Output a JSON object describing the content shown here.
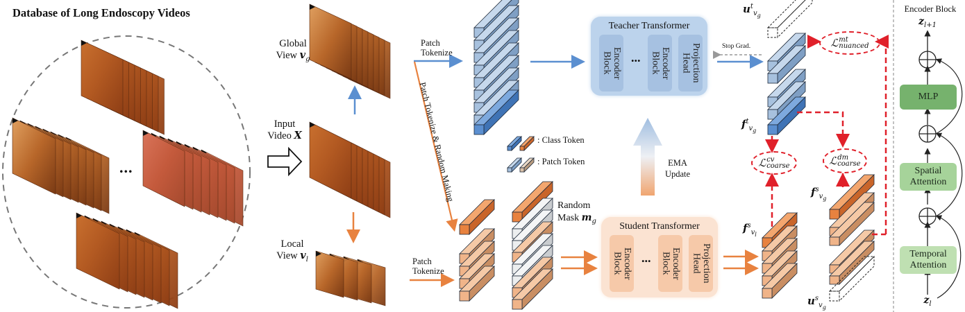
{
  "title": "Database of Long Endoscopy Videos",
  "dataset": {
    "ellipsis": "..."
  },
  "input": {
    "label_line1": "Input",
    "label_line2": "Video ",
    "symbol": "X"
  },
  "global_view": {
    "label_line1": "Global",
    "label_line2": "View ",
    "symbol": "v",
    "subscript": "g"
  },
  "local_view": {
    "label_line1": "Local",
    "label_line2": "View ",
    "symbol": "v",
    "subscript": "l"
  },
  "arrows": {
    "patch_tokenize_top": [
      "Patch",
      "Tokenize"
    ],
    "patch_tokenize_bottom": [
      "Patch",
      "Tokenize"
    ],
    "diagonal": "Patch Tokenize & Random Making",
    "stop_grad": "Stop Grad.",
    "ema": [
      "EMA",
      "Update"
    ]
  },
  "legend": {
    "class_token": ": Class Token",
    "patch_token": ": Patch Token"
  },
  "random_mask": {
    "line1": "Random",
    "line2": "Mask ",
    "symbol": "m",
    "subscript": "g"
  },
  "teacher": {
    "title": "Teacher Transformer",
    "blocks": [
      "Encoder Block",
      "...",
      "Encoder Block",
      "Projection Head"
    ]
  },
  "student": {
    "title": "Student Transformer",
    "blocks": [
      "Encoder Block",
      "...",
      "Encoder Block",
      "Projection Head"
    ]
  },
  "features": {
    "u_t": {
      "symbol": "u",
      "sup": "t",
      "sub": "v",
      "subsub": "g"
    },
    "f_t": {
      "symbol": "f",
      "sup": "t",
      "sub": "v",
      "subsub": "g"
    },
    "f_s_l": {
      "symbol": "f",
      "sup": "s",
      "sub": "v",
      "subsub": "l"
    },
    "f_s_g": {
      "symbol": "f",
      "sup": "s",
      "sub": "v",
      "subsub": "g"
    },
    "u_s": {
      "symbol": "u",
      "sup": "s",
      "sub": "v",
      "subsub": "g"
    }
  },
  "losses": {
    "nuanced": {
      "symbol": "ℒ",
      "sup": "mt",
      "sub": "nuanced"
    },
    "coarse_cv": {
      "symbol": "ℒ",
      "sup": "cv",
      "sub": "coarse"
    },
    "coarse_dm": {
      "symbol": "ℒ",
      "sup": "dm",
      "sub": "coarse"
    }
  },
  "encoder_block": {
    "title": "Encoder Block",
    "output": {
      "symbol": "z",
      "sub": "l+1"
    },
    "input": {
      "symbol": "z",
      "sub": "l"
    },
    "layers": [
      "MLP",
      "Spatial Attention",
      "Temporal Attention"
    ]
  },
  "colors": {
    "teacher_blue": "#5b8fd0",
    "token_blue": "#a7c1de",
    "student_orange": "#e8823f",
    "token_orange": "#e9b48f",
    "loss_red": "#e0202a",
    "green_dark": "#76b26d",
    "green_mid": "#a6d39a",
    "green_light": "#bfe0b2"
  }
}
